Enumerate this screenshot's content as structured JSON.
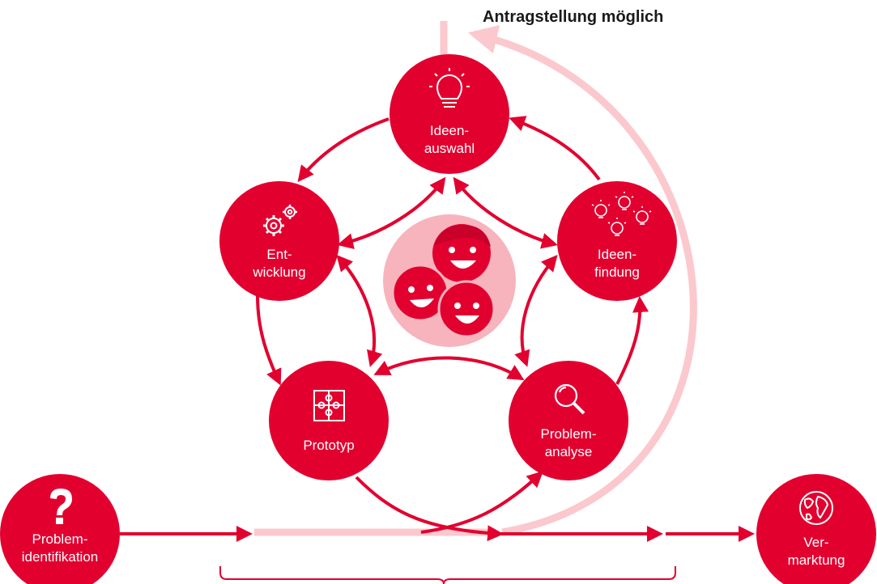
{
  "top_annotation": "Antragstellung möglich",
  "cycle": {
    "ideenauswahl": "Ideen-\nauswahl",
    "ideenfindung": "Ideen-\nfindung",
    "problemanalyse": "Problem-\nanalyse",
    "prototyp": "Prototyp",
    "entwicklung": "Ent-\nwicklung"
  },
  "linear": {
    "problemidentifikation": "Problem-\nidentifikation",
    "vermarktung": "Ver-\nmarktung"
  },
  "icons": {
    "problemidentifikation": "question-mark-icon",
    "ideenauswahl": "lightbulb-icon",
    "ideenfindung": "multiple-lightbulbs-icon",
    "problemanalyse": "magnifier-icon",
    "prototyp": "puzzle-icon",
    "entwicklung": "gears-icon",
    "vermarktung": "globe-icon",
    "center": "team-faces-icon"
  },
  "colors": {
    "primary": "#e2002f",
    "light": "#fbc8ce",
    "center": "#f7b4bd",
    "text_dark": "#1a1a1a"
  }
}
